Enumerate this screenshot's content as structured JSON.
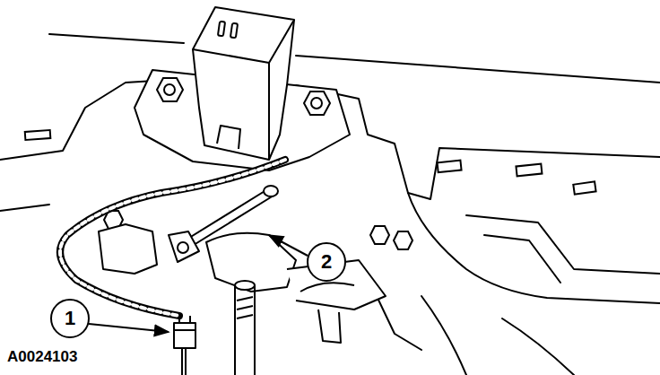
{
  "diagram": {
    "labels": [
      "1",
      "2",
      "A0024103"
    ]
  }
}
